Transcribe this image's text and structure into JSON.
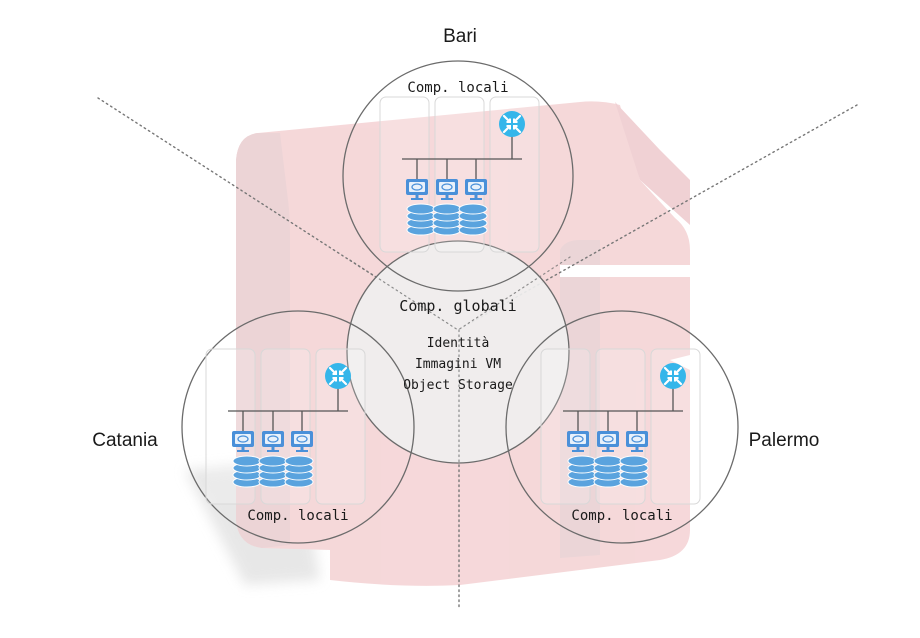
{
  "diagram": {
    "sites": [
      {
        "name": "Bari",
        "zone_label": "Comp. locali"
      },
      {
        "name": "Catania",
        "zone_label": "Comp. locali"
      },
      {
        "name": "Palermo",
        "zone_label": "Comp. locali"
      }
    ],
    "global": {
      "title": "Comp. globali",
      "items": [
        "Identità",
        "Immagini VM",
        "Object Storage"
      ]
    },
    "icons": {
      "router": "router-icon",
      "vm": "vm-monitor-icon",
      "storage": "database-icon"
    },
    "vms_per_site": 3,
    "colors": {
      "background_logo": "#f5d6d8",
      "background_logo_shade": "#ead3d5",
      "global_fill": "#efefef",
      "circle_stroke": "#6b6b6b",
      "icon_blue": "#4a90d9",
      "router_blue": "#35b6ea",
      "divider_dots": "#777777"
    }
  }
}
